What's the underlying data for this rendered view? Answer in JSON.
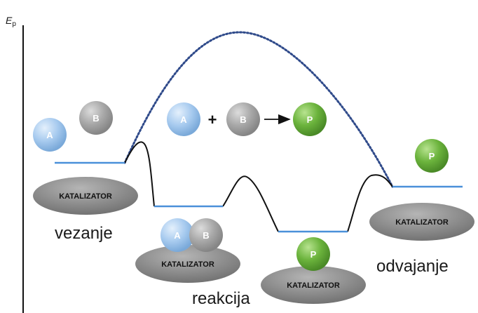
{
  "axis": {
    "y_label": "E",
    "y_label_sub": "p"
  },
  "stages": {
    "binding": "vezanje",
    "reaction": "reakcija",
    "release": "odvajanje"
  },
  "catalyst_label": "KATALIZATOR",
  "molecules": {
    "a": "A",
    "b": "B",
    "p": "P"
  },
  "equation": {
    "plus": "+"
  },
  "colors": {
    "molecule_a": "#9fc3ea",
    "molecule_b": "#a6a6a6",
    "molecule_p": "#6bb33c",
    "catalyst": "#8c8c8c",
    "energy_level": "#4a90d9",
    "uncatalyzed_path": "#2f4a8a"
  }
}
